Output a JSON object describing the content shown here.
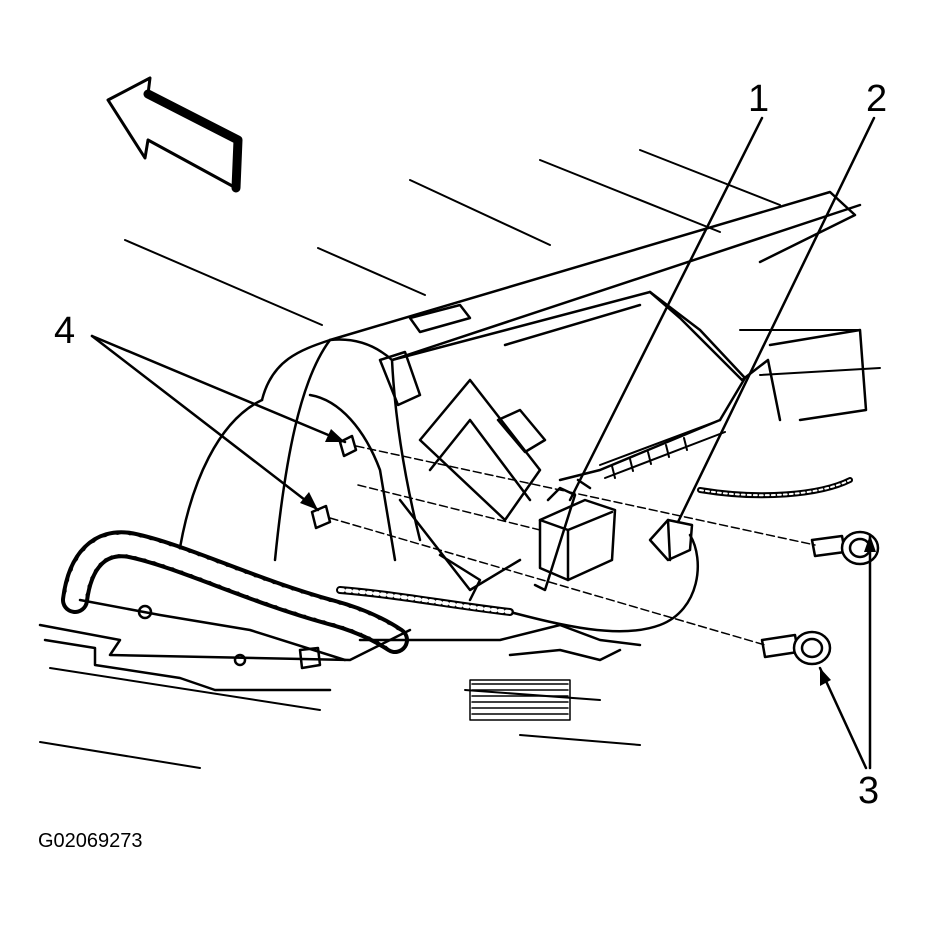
{
  "callouts": {
    "one": "1",
    "two": "2",
    "three": "3",
    "four": "4"
  },
  "figure_id": "G02069273",
  "colors": {
    "line": "#000000",
    "background": "#ffffff"
  }
}
